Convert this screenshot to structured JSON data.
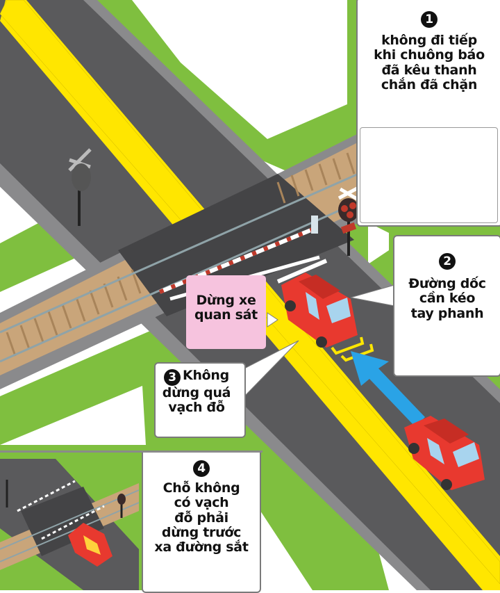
{
  "infographic": {
    "topic": "Railway level crossing safety",
    "colors": {
      "road": "#5a5a5c",
      "road_edge": "#8a8a8c",
      "grass": "#7fbf3f",
      "center_line": "#ffe600",
      "ballast": "#c9a57a",
      "rail": "#8fa3a8",
      "car": "#e8392f",
      "arrow": "#2aa3e6",
      "note_pink": "#f6c3de",
      "panel_border": "#7a7a7a"
    },
    "callouts": [
      {
        "id": 1,
        "number": "1",
        "lines": [
          "không đi tiếp",
          "khi chuông báo",
          "đã kêu thanh",
          "chắn đã chặn"
        ]
      },
      {
        "id": 2,
        "number": "2",
        "lines": [
          "Đường dốc",
          "cần kéo",
          "tay phanh"
        ]
      },
      {
        "id": 3,
        "number": "3",
        "lines": [
          "Không",
          "dừng quá",
          "vạch đỗ"
        ]
      },
      {
        "id": 4,
        "number": "4",
        "lines": [
          "Chỗ không",
          "có vạch",
          "đỗ phải",
          "dừng trước",
          "xa đường sắt"
        ]
      }
    ],
    "note": {
      "lines": [
        "Dừng xe",
        "quan sát"
      ]
    },
    "icons": {
      "crossing_sign": "railroad-crossbuck-icon",
      "signal": "railway-signal-light-icon",
      "barrier": "crossing-barrier-gate",
      "car": "red-car-icon",
      "arrow": "direction-arrow-icon"
    }
  }
}
